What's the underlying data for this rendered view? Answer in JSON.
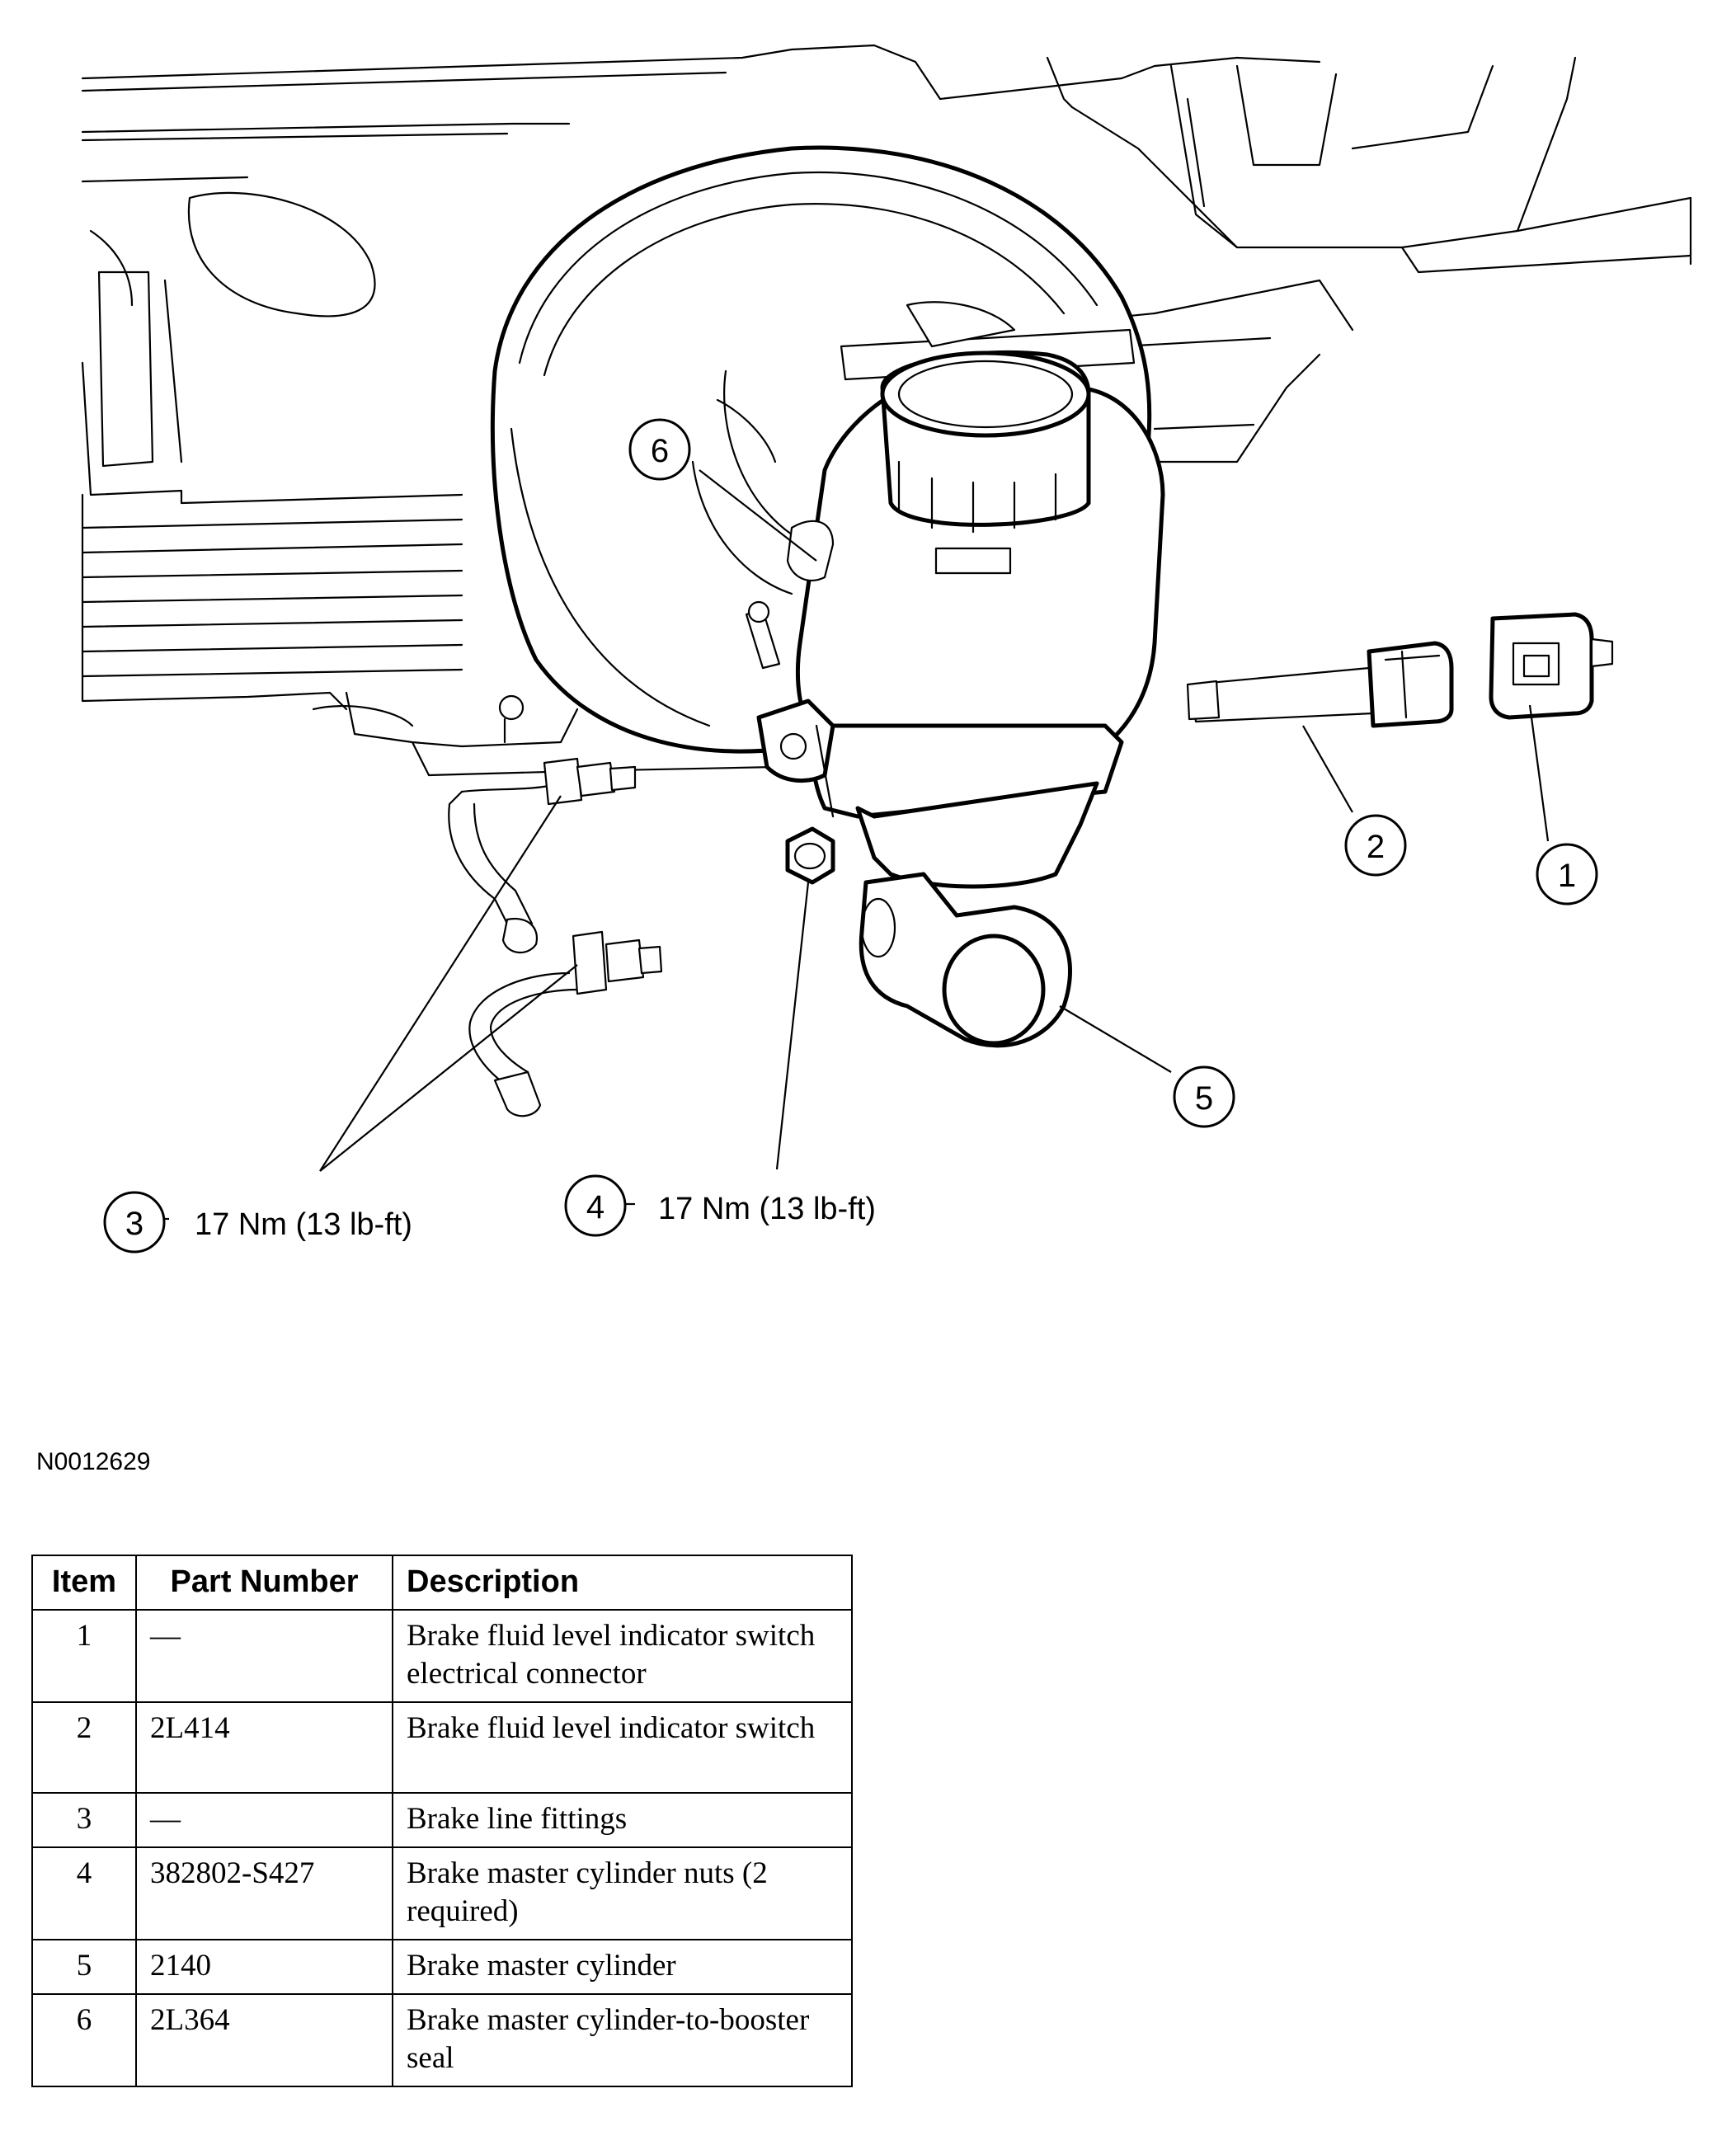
{
  "figure": {
    "id": "N0012629",
    "callouts": [
      {
        "num": "1"
      },
      {
        "num": "2"
      },
      {
        "num": "3",
        "torque": "17 Nm (13 lb-ft)"
      },
      {
        "num": "4",
        "torque": "17 Nm (13 lb-ft)"
      },
      {
        "num": "5"
      },
      {
        "num": "6"
      }
    ]
  },
  "table": {
    "headers": [
      "Item",
      "Part Number",
      "Description"
    ],
    "rows": [
      {
        "item": "1",
        "part": "—",
        "desc": "Brake fluid level indicator switch electrical connector"
      },
      {
        "item": "2",
        "part": "2L414",
        "desc": "Brake fluid level indicator switch"
      },
      {
        "item": "3",
        "part": "—",
        "desc": "Brake line fittings"
      },
      {
        "item": "4",
        "part": "382802-S427",
        "desc": "Brake master cylinder nuts (2 required)"
      },
      {
        "item": "5",
        "part": "2140",
        "desc": "Brake master cylinder"
      },
      {
        "item": "6",
        "part": "2L364",
        "desc": "Brake master cylinder-to-booster seal"
      }
    ]
  }
}
